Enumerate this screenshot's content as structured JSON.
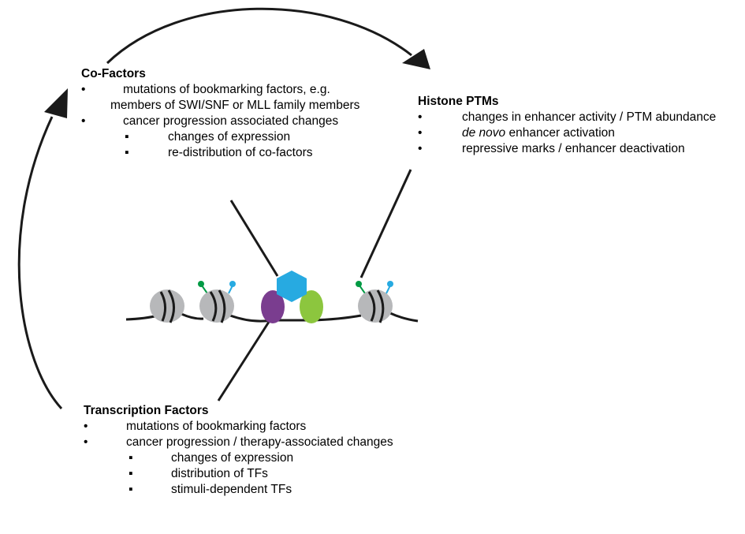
{
  "cofactors": {
    "title": "Co-Factors",
    "bullet": "•",
    "subbullet": "▪",
    "item1_line1": "mutations of bookmarking factors, e.g.",
    "item1_line2": "members of SWI/SNF or MLL family members",
    "item2": "cancer progression associated changes",
    "sub1": "changes of expression",
    "sub2": "re-distribution of co-factors"
  },
  "histone": {
    "title": "Histone PTMs",
    "bullet": "•",
    "item1": "changes in enhancer activity / PTM abundance",
    "item2_italic": "de novo",
    "item2_rest": " enhancer activation",
    "item3": "repressive marks / enhancer deactivation"
  },
  "tf": {
    "title": "Transcription Factors",
    "bullet": "•",
    "subbullet": "▪",
    "item1": "mutations of bookmarking factors",
    "item2": "cancer progression / therapy-associated changes",
    "sub1": "changes of expression",
    "sub2": "distribution of TFs",
    "sub3": "stimuli-dependent TFs"
  },
  "colors": {
    "nucleosome": "#b7b8ba",
    "purple_factor": "#7a3d8f",
    "green_factor": "#8cc63e",
    "blue_hexagon": "#27aae1",
    "green_mark": "#009a44",
    "blue_mark": "#27aae1"
  }
}
